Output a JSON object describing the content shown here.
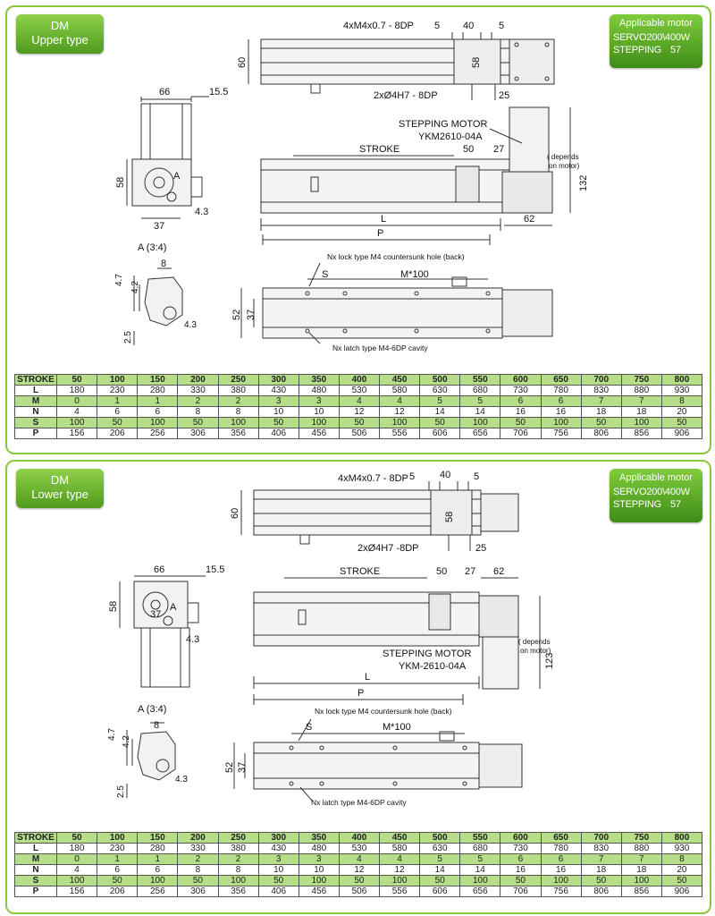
{
  "upper": {
    "title_line1": "DM",
    "title_line2": "Upper type",
    "motor": {
      "heading": "Applicable motor",
      "servo_label": "SERVO",
      "servo_value": "200\\400W",
      "stepping_label": "STEPPING",
      "stepping_value": "57"
    },
    "labels": {
      "tap": "4xM4x0.7 - 8DP",
      "d5a": "5",
      "d40": "40",
      "d5b": "5",
      "d60": "60",
      "d58v": "58",
      "pin": "2xØ4H7 - 8DP",
      "d25": "25",
      "d66": "66",
      "d155": "15.5",
      "d58": "58",
      "pa": "A",
      "d37": "37",
      "d43": "4.3",
      "motor1": "STEPPING MOTOR",
      "motor2": "YKM2610-04A",
      "stroke": "STROKE",
      "d50": "50",
      "d27": "27",
      "dep1": "( depends",
      "dep2": "on motor)",
      "d132": "132",
      "L": "L",
      "d62": "62",
      "detail": "A (3:4)",
      "d8": "8",
      "d47": "4.7",
      "d42": "4.2",
      "d25b": "2.5",
      "d43b": "4.3",
      "P": "P",
      "nxlock": "Nx lock type M4 countersunk hole (back)",
      "S": "S",
      "M100": "M*100",
      "d52": "52",
      "d37b": "37",
      "nxlatch": "Nx latch type M4-6DP cavity"
    }
  },
  "lower": {
    "title_line1": "DM",
    "title_line2": "Lower type",
    "motor": {
      "heading": "Applicable motor",
      "servo_label": "SERVO",
      "servo_value": "200\\400W",
      "stepping_label": "STEPPING",
      "stepping_value": "57"
    },
    "labels": {
      "tap": "4xM4x0.7 - 8DP",
      "d5a": "5",
      "d40": "40",
      "d5b": "5",
      "d60": "60",
      "d58v": "58",
      "pin": "2xØ4H7 -8DP",
      "d25": "25",
      "d66": "66",
      "d155": "15.5",
      "d58": "58",
      "pa": "A",
      "d37": "37",
      "d43": "4.3",
      "stroke": "STROKE",
      "d50": "50",
      "d27": "27",
      "d62": "62",
      "dep1": "( depends",
      "dep2": "on motor)",
      "d123": "123",
      "motor1": "STEPPING MOTOR",
      "motor2": "YKM-2610-04A",
      "L": "L",
      "detail": "A (3:4)",
      "d8": "8",
      "d47": "4.7",
      "d42": "4.2",
      "d25b": "2.5",
      "d43b": "4.3",
      "P": "P",
      "nxlock": "Nx lock type M4 countersunk hole (back)",
      "S": "S",
      "M100": "M*100",
      "d52": "52",
      "d37b": "37",
      "nxlatch": "Nx latch type M4-6DP cavity"
    }
  },
  "table": {
    "rows": [
      {
        "head": "STROKE",
        "values": [
          "50",
          "100",
          "150",
          "200",
          "250",
          "300",
          "350",
          "400",
          "450",
          "500",
          "550",
          "600",
          "650",
          "700",
          "750",
          "800"
        ]
      },
      {
        "head": "L",
        "values": [
          "180",
          "230",
          "280",
          "330",
          "380",
          "430",
          "480",
          "530",
          "580",
          "630",
          "680",
          "730",
          "780",
          "830",
          "880",
          "930"
        ]
      },
      {
        "head": "M",
        "values": [
          "0",
          "1",
          "1",
          "2",
          "2",
          "3",
          "3",
          "4",
          "4",
          "5",
          "5",
          "6",
          "6",
          "7",
          "7",
          "8"
        ]
      },
      {
        "head": "N",
        "values": [
          "4",
          "6",
          "6",
          "8",
          "8",
          "10",
          "10",
          "12",
          "12",
          "14",
          "14",
          "16",
          "16",
          "18",
          "18",
          "20"
        ]
      },
      {
        "head": "S",
        "values": [
          "100",
          "50",
          "100",
          "50",
          "100",
          "50",
          "100",
          "50",
          "100",
          "50",
          "100",
          "50",
          "100",
          "50",
          "100",
          "50"
        ]
      },
      {
        "head": "P",
        "values": [
          "156",
          "206",
          "256",
          "306",
          "356",
          "406",
          "456",
          "506",
          "556",
          "606",
          "656",
          "706",
          "756",
          "806",
          "856",
          "906"
        ]
      }
    ]
  }
}
